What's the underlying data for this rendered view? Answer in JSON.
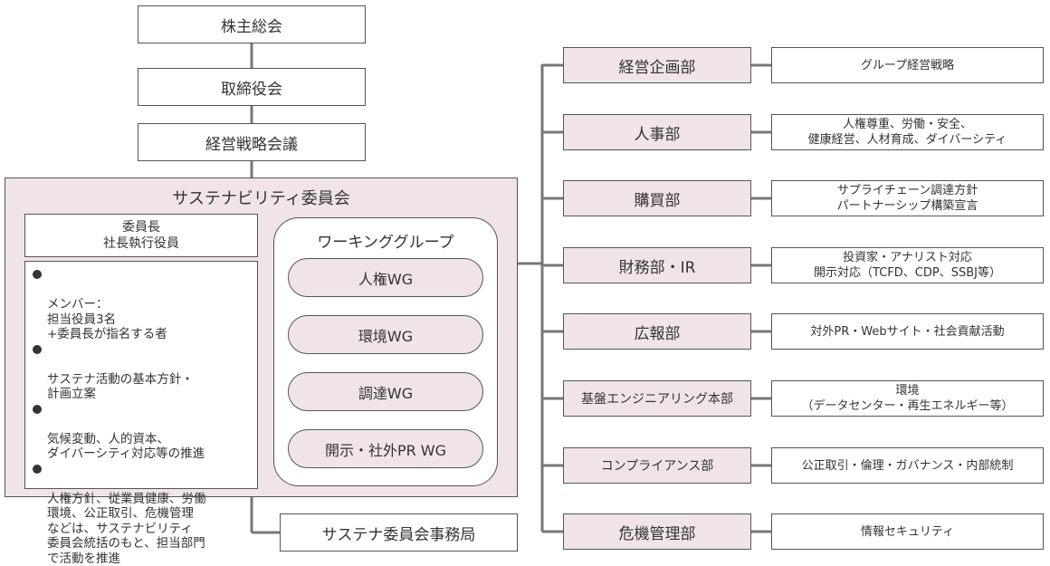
{
  "governance": {
    "shareholders": "株主総会",
    "board": "取締役会",
    "strategy_meeting": "経営戦略会議"
  },
  "committee": {
    "title": "サステナビリティ委員会",
    "chair": "委員長\n社長執行役員",
    "members": [
      "メンバー：\n担当役員3名\n+委員長が指名する者",
      "サステナ活動の基本方針・\n計画立案",
      "気候変動、人的資本、\nダイバーシティ対応等の推進",
      "人権方針、従業員健康、労働\n環境、公正取引、危機管理\nなどは、サステナビリティ\n委員会統括のもと、担当部門\nで活動を推進"
    ],
    "working_groups": {
      "title": "ワーキンググループ",
      "items": [
        "人権WG",
        "環境WG",
        "調達WG",
        "開示・社外PR WG"
      ]
    },
    "secretariat": "サステナ委員会事務局"
  },
  "departments": [
    {
      "name": "経営企画部",
      "role": "グループ経営戦略"
    },
    {
      "name": "人事部",
      "role": "人権尊重、労働・安全、\n健康経営、人材育成、ダイバーシティ"
    },
    {
      "name": "購買部",
      "role": "サプライチェーン調達方針\nパートナーシップ構築宣言"
    },
    {
      "name": "財務部・IR",
      "role": "投資家・アナリスト対応\n開示対応（TCFD、CDP、SSBJ等）"
    },
    {
      "name": "広報部",
      "role": "対外PR・Webサイト・社会貢献活動"
    },
    {
      "name": "基盤エンジニアリング本部",
      "role": "環境\n（データセンター・再生エネルギー等）"
    },
    {
      "name": "コンプライアンス部",
      "role": "公正取引・倫理・ガバナンス・内部統制"
    },
    {
      "name": "危機管理部",
      "role": "情報セキュリティ"
    }
  ]
}
